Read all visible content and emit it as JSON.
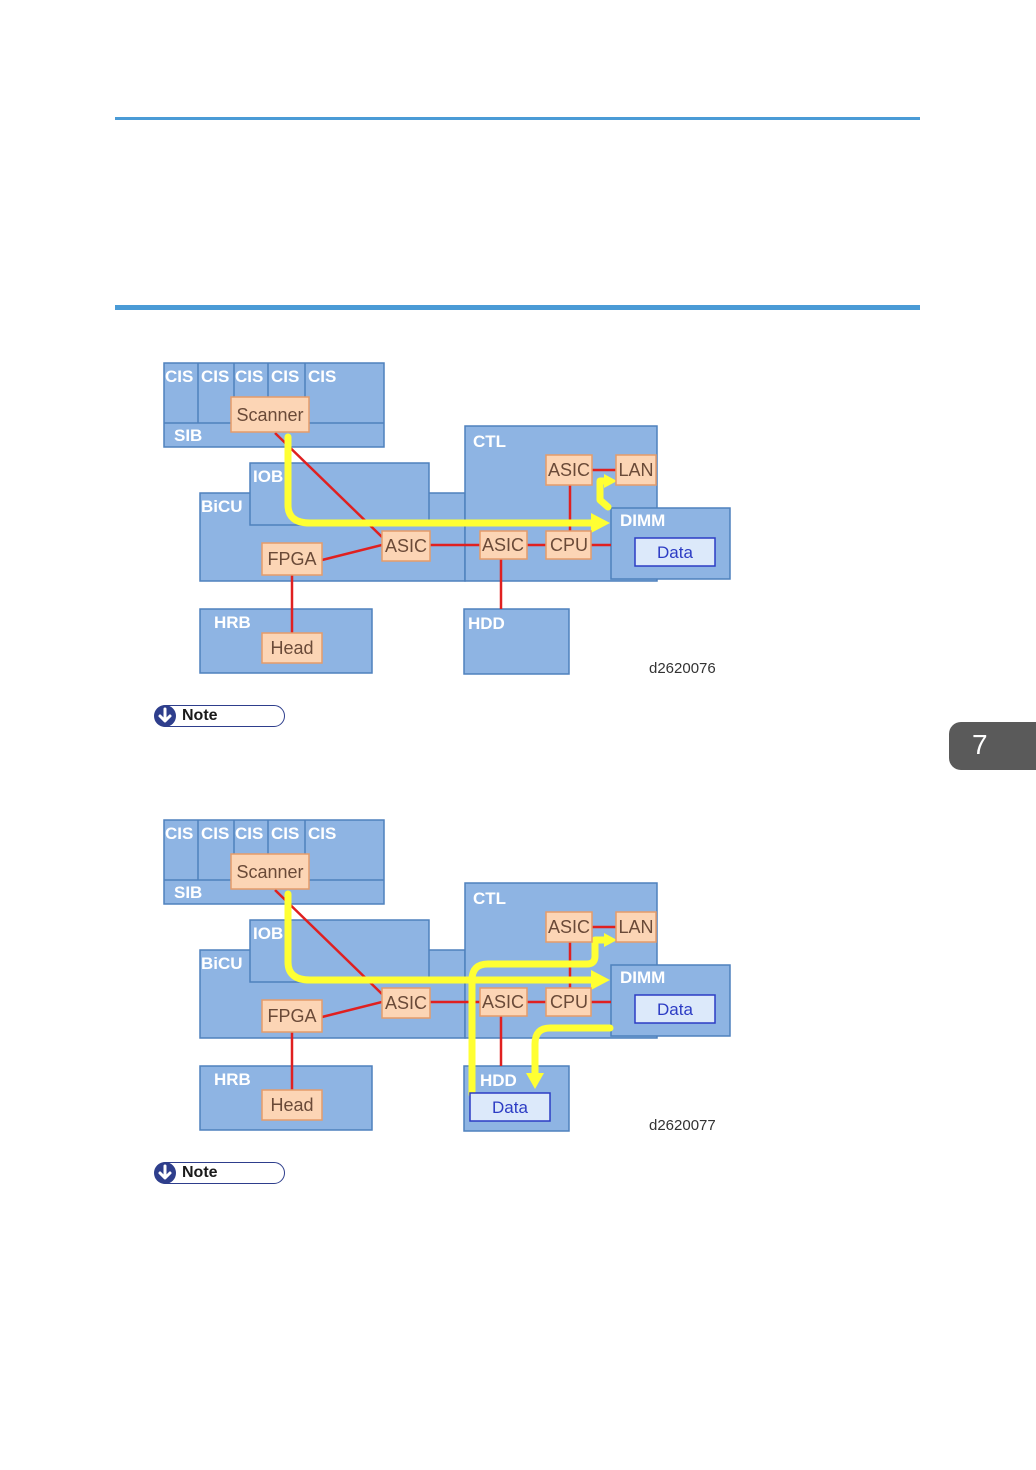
{
  "chapter": {
    "number": "7"
  },
  "diagrams": [
    {
      "id": "d2620076",
      "labels": {
        "cis": [
          "CIS",
          "CIS",
          "CIS",
          "CIS",
          "CIS"
        ],
        "scanner": "Scanner",
        "sib": "SIB",
        "iob": "IOB",
        "bicu": "BiCU",
        "fpga": "FPGA",
        "asic_bicu": "ASIC",
        "ctl": "CTL",
        "asic_ctl_top": "ASIC",
        "lan": "LAN",
        "asic_ctl": "ASIC",
        "cpu": "CPU",
        "dimm": "DIMM",
        "dimm_data": "Data",
        "hrb": "HRB",
        "head": "Head",
        "hdd": "HDD",
        "code": "d2620076"
      },
      "colors": {
        "board": "#8eb4e3",
        "board_border": "#4f81bd",
        "chip": "#fcd5b5",
        "chip_border": "#e59b6a",
        "bus": "#e02020",
        "flow": "#ffff33"
      }
    },
    {
      "id": "d2620077",
      "labels": {
        "cis": [
          "CIS",
          "CIS",
          "CIS",
          "CIS",
          "CIS"
        ],
        "scanner": "Scanner",
        "sib": "SIB",
        "iob": "IOB",
        "bicu": "BiCU",
        "fpga": "FPGA",
        "asic_bicu": "ASIC",
        "ctl": "CTL",
        "asic_ctl_top": "ASIC",
        "lan": "LAN",
        "asic_ctl": "ASIC",
        "cpu": "CPU",
        "dimm": "DIMM",
        "dimm_data": "Data",
        "hrb": "HRB",
        "head": "Head",
        "hdd": "HDD",
        "hdd_data": "Data",
        "code": "d2620077"
      },
      "colors": {
        "board": "#8eb4e3",
        "board_border": "#4f81bd",
        "chip": "#fcd5b5",
        "chip_border": "#e59b6a",
        "bus": "#e02020",
        "flow": "#ffff33"
      }
    }
  ],
  "notes": [
    {
      "label": "Note"
    },
    {
      "label": "Note"
    }
  ]
}
